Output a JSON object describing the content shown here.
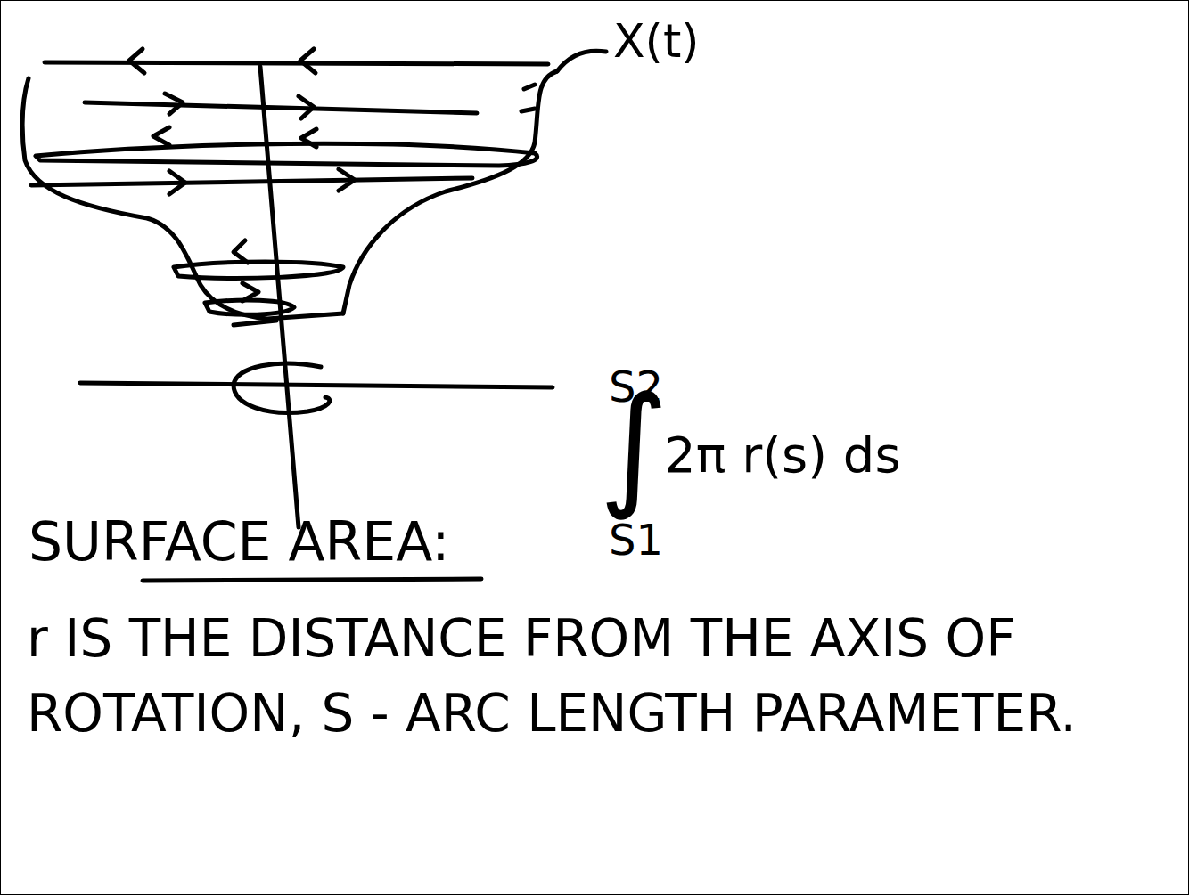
{
  "diagram": {
    "labels": [
      "X(t)",
      "S2",
      "∫",
      "2π r(s) ds",
      "S1",
      "SURFACE AREA:",
      "r IS THE DISTANCE FROM THE AXIS OF ROTATION, S - ARC LENGTH PARAMETER."
    ]
  }
}
